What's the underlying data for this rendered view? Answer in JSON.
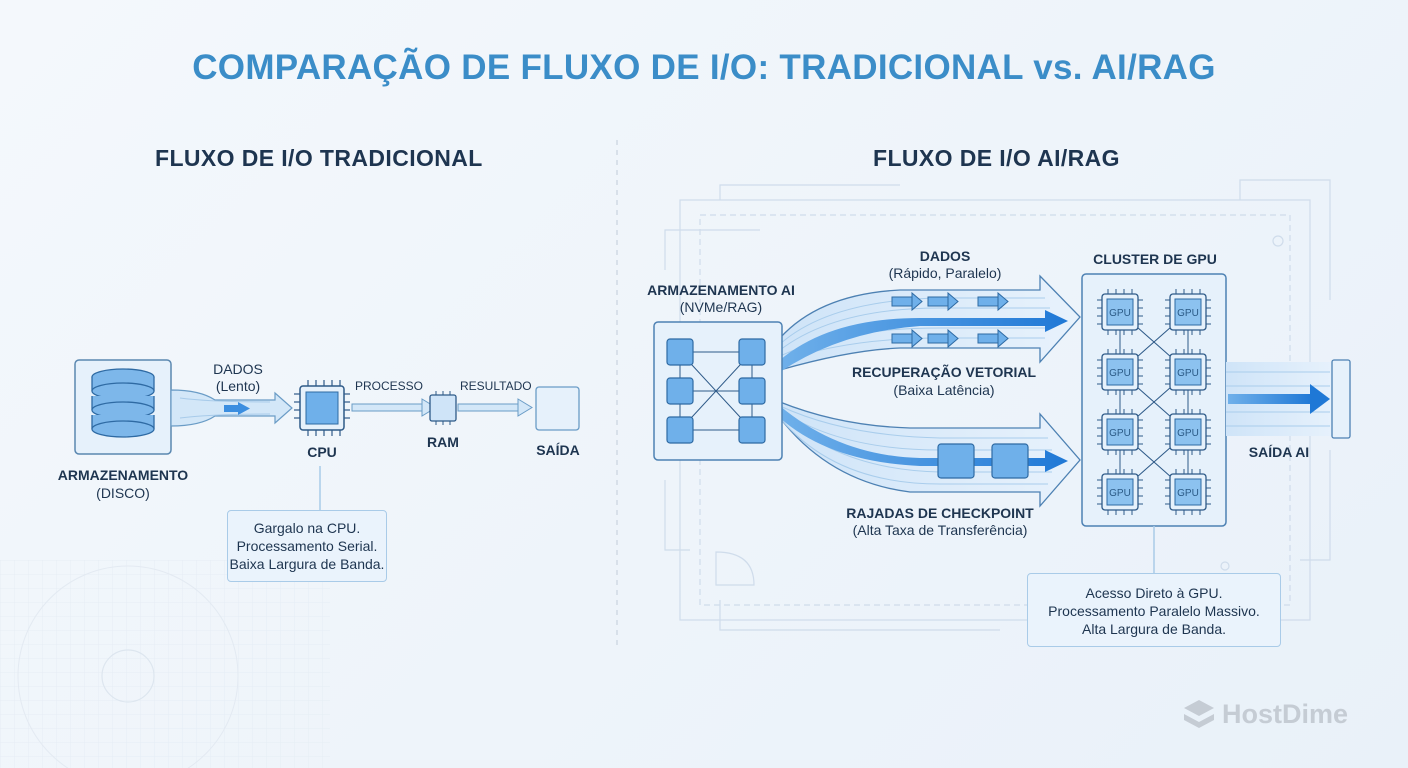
{
  "title": "COMPARAÇÃO DE FLUXO DE I/O: TRADICIONAL vs. AI/RAG",
  "traditional": {
    "subtitle": "FLUXO DE I/O TRADICIONAL",
    "storage_label": "ARMAZENAMENTO",
    "storage_sub": "(DISCO)",
    "data_label": "DADOS",
    "data_sub": "(Lento)",
    "cpu_label": "CPU",
    "process_label": "PROCESSO",
    "result_label": "RESULTADO",
    "ram_label": "RAM",
    "output_label": "SAÍDA",
    "note": [
      "Gargalo na CPU.",
      "Processamento Serial.",
      "Baixa Largura de Banda."
    ]
  },
  "ai": {
    "subtitle": "FLUXO DE I/O AI/RAG",
    "storage_label": "ARMAZENAMENTO AI",
    "storage_sub": "(NVMe/RAG)",
    "data_label": "DADOS",
    "data_sub": "(Rápido, Paralelo)",
    "vector_label": "RECUPERAÇÃO VETORIAL",
    "vector_sub": "(Baixa Latência)",
    "checkpoint_label": "RAJADAS DE CHECKPOINT",
    "checkpoint_sub": "(Alta Taxa de Transferência)",
    "cluster_label": "CLUSTER DE GPU",
    "gpu_chip_label": "GPU",
    "output_label": "SAÍDA AI",
    "note": [
      "Acesso Direto à GPU.",
      "Processamento Paralelo Massivo.",
      "Alta Largura de Banda."
    ]
  },
  "brand": "HostDime",
  "colors": {
    "title": "#3b8dc8",
    "dark_text": "#1e3550",
    "accent_blue": "#2f86d6",
    "light_fill": "#bcdaf5",
    "stroke": "#5a87b0"
  }
}
